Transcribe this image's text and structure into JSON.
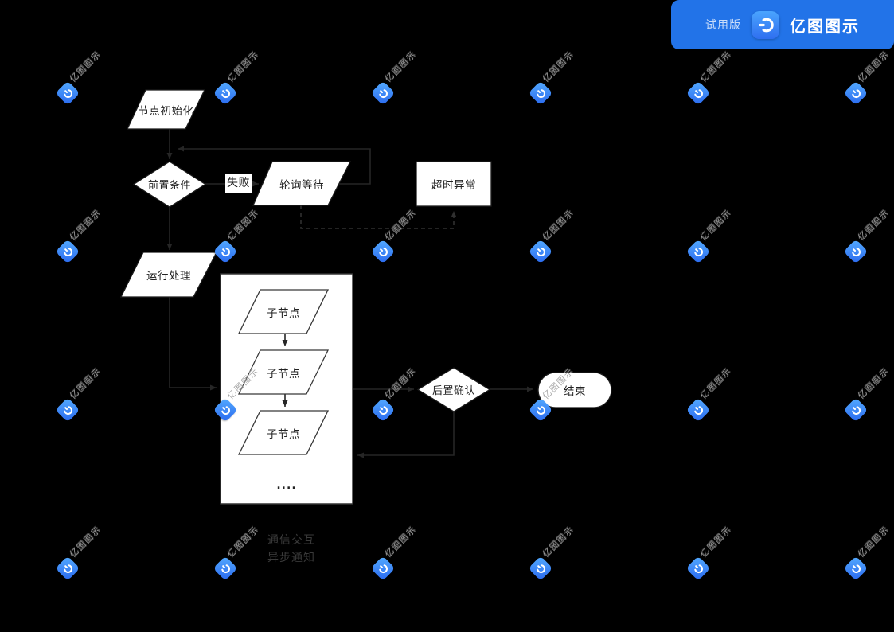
{
  "header": {
    "trial_label": "试用版",
    "brand": "亿图图示"
  },
  "watermark": {
    "text": "亿图图示"
  },
  "colors": {
    "background": "#000000",
    "badge_blue": "#2273e8",
    "logo_blue_light": "#4aa4fe",
    "logo_blue_dark": "#2f6ff0",
    "shape_fill": "#ffffff",
    "connector": "#262626",
    "shape_text": "#232323",
    "watermark_gray": "#9e9e9e"
  },
  "flowchart": {
    "nodes": {
      "init": "节点初始化",
      "precondition": "前置条件",
      "poll_wait": "轮询等待",
      "timeout": "超时异常",
      "run": "运行处理",
      "child1": "子节点",
      "child2": "子节点",
      "child3": "子节点",
      "ellipsis": "....",
      "post_confirm": "后置确认",
      "end": "结束"
    },
    "edge_labels": {
      "fail": "失败"
    },
    "legend": {
      "line1": "通信交互",
      "line2": "异步通知"
    }
  }
}
